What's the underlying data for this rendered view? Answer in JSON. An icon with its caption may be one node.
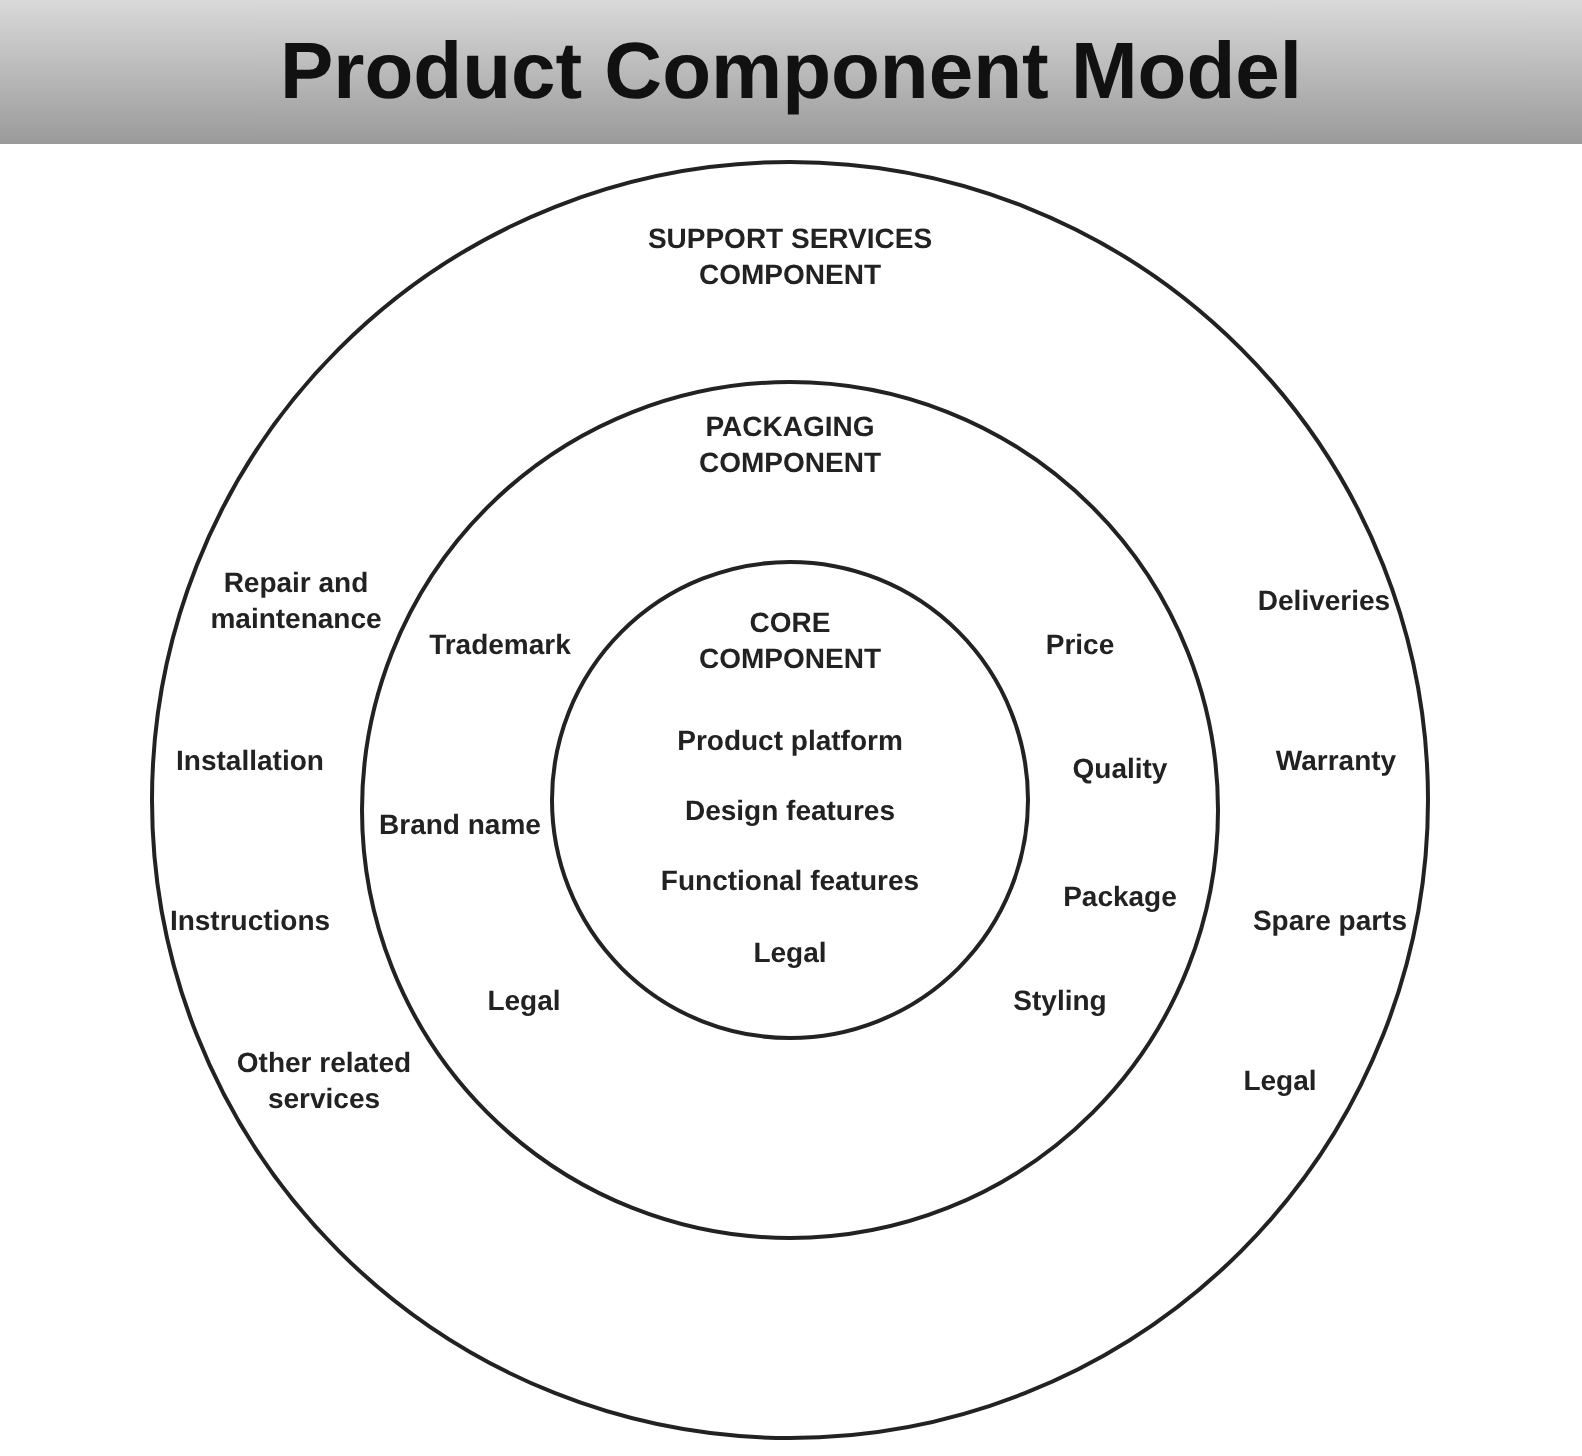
{
  "diagram": {
    "title": "Product Component Model",
    "nodes": [
      {
        "text": [
          "SUPPORT SERVICES COMPONENT",
          "Repair and maintenance",
          "Installation",
          "Instructions",
          "Other related services",
          "Deliveries",
          "Warranty",
          "Spare parts",
          "Legal"
        ]
      },
      {
        "text": [
          "PACKAGING COMPONENT",
          "Trademark",
          "Brand name",
          "Legal",
          "Price",
          "Quality",
          "Package",
          "Styling"
        ],
        "in": 0
      },
      {
        "text": [
          "CORE COMPONENT",
          "Product platform",
          "Design features",
          "Functional features",
          "Legal"
        ],
        "in": 1
      }
    ]
  }
}
